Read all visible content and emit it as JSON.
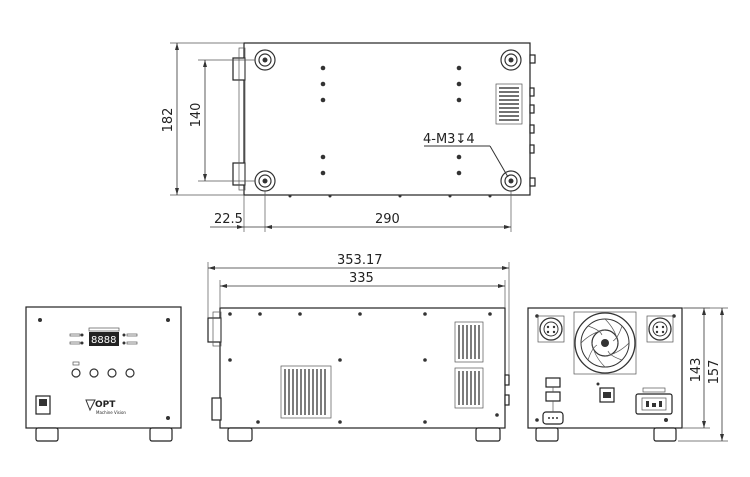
{
  "dimensions": {
    "top_height": "182",
    "hole_spacing_v": "140",
    "hole_offset": "22.5",
    "hole_spacing_h": "290",
    "overall_length": "353.17",
    "body_length": "335",
    "height_body": "143",
    "height_overall": "157"
  },
  "callout": {
    "mount_holes": "4-M3↧4"
  },
  "front_panel": {
    "brand": "OPT",
    "brand_sub": "Machine Vision"
  },
  "colors": {
    "line": "#222222",
    "vent": "#444444"
  }
}
